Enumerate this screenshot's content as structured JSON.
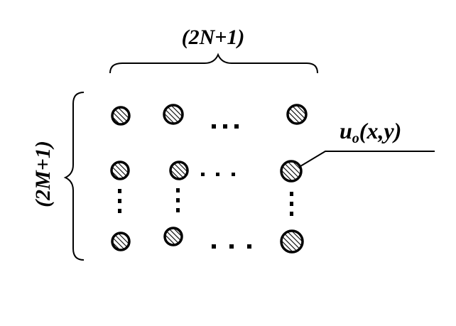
{
  "diagram": {
    "column_count_label": "(2N+1)",
    "row_count_label": "(2M+1)",
    "element_label_main": "u",
    "element_label_sub": "o",
    "element_label_args": "(x,y)",
    "ellipsis_horizontal": "…",
    "ink_color": "#000000",
    "background_color": "#ffffff",
    "element_icon": "hatched-circle"
  }
}
